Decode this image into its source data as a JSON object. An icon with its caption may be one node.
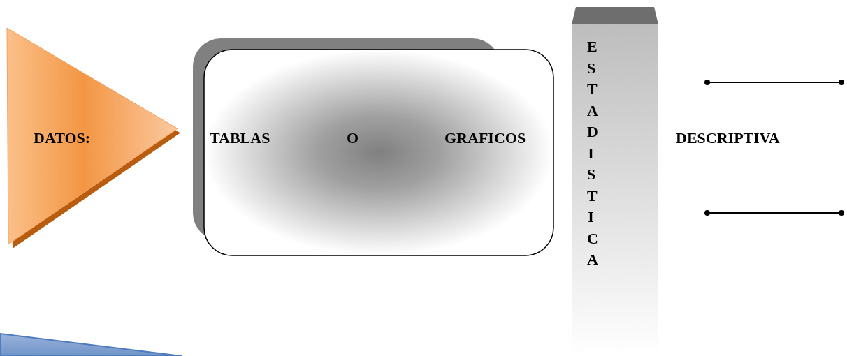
{
  "diagram": {
    "nodes": [
      {
        "text": [
          "DATOS:"
        ]
      },
      {
        "text": [
          "TABLAS",
          "O",
          "GRAFICOS"
        ]
      },
      {
        "text": [
          "ESTADISTICA"
        ]
      },
      {
        "text": [],
        "shape": "box"
      }
    ],
    "edges": [],
    "labels": [
      "DESCRIPTIVA"
    ]
  }
}
